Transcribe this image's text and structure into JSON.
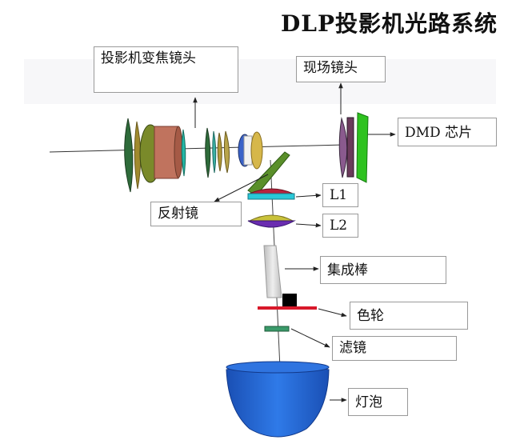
{
  "title": "DLP投影机光路系统",
  "labels": {
    "zoom_lens": "投影机变焦镜头",
    "field_lens": "现场镜头",
    "dmd_chip": "DMD 芯片",
    "mirror": "反射镜",
    "l1": "L1",
    "l2": "L2",
    "rod": "集成棒",
    "wheel": "色轮",
    "filter": "滤镜",
    "bulb": "灯泡"
  },
  "colors": {
    "mirror": "#5a8f2a",
    "dmd": "#2ec21f",
    "bulb": "#1e5fd0",
    "color_wheel": "#d8182a",
    "filter": "#3a9a6a",
    "rod": "#d4d4d4",
    "l1": "#29c8d8",
    "l2": "#6a2cb0"
  }
}
